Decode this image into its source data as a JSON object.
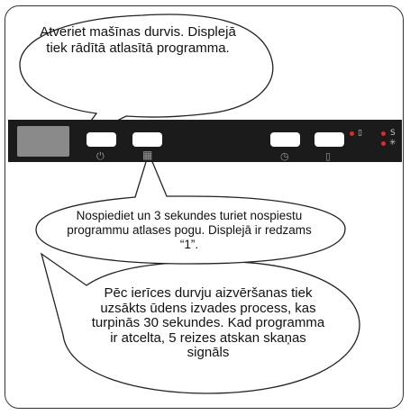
{
  "callouts": {
    "open_door": "Atveriet mašīnas durvis. Displejā tiek rādītā atlasītā programma.",
    "hold_button": "Nospiediet un 3 sekundes turiet nospiestu programmu atlases pogu. Displejā ir redzams “1”.",
    "close_door": "Pēc ierīces durvju aizvēršanas tiek uzsākts ūdens izvades process, kas turpinās 30 sekundes. Kad programma ir atcelta, 5 reizes atskan skaņas signāls"
  },
  "panel": {
    "display_color": "#8a8a8a",
    "panel_color": "#1b1b1b",
    "led_color": "#e8262b",
    "buttons": [
      {
        "name": "power-button",
        "icon": "power-icon",
        "glyph": "⏻"
      },
      {
        "name": "program-button",
        "icon": "program-grid-icon",
        "glyph": "▦"
      },
      {
        "name": "delay-button",
        "icon": "clock-icon",
        "glyph": "◷"
      },
      {
        "name": "half-load-button",
        "icon": "half-load-icon",
        "glyph": "▯"
      }
    ],
    "indicators": [
      {
        "name": "half-load-indicator",
        "icon": "half-load-icon",
        "glyph": "▯"
      },
      {
        "name": "salt-indicator",
        "icon": "salt-icon",
        "glyph": "S"
      },
      {
        "name": "rinse-aid-indicator",
        "icon": "rinse-aid-icon",
        "glyph": "✳"
      }
    ]
  }
}
